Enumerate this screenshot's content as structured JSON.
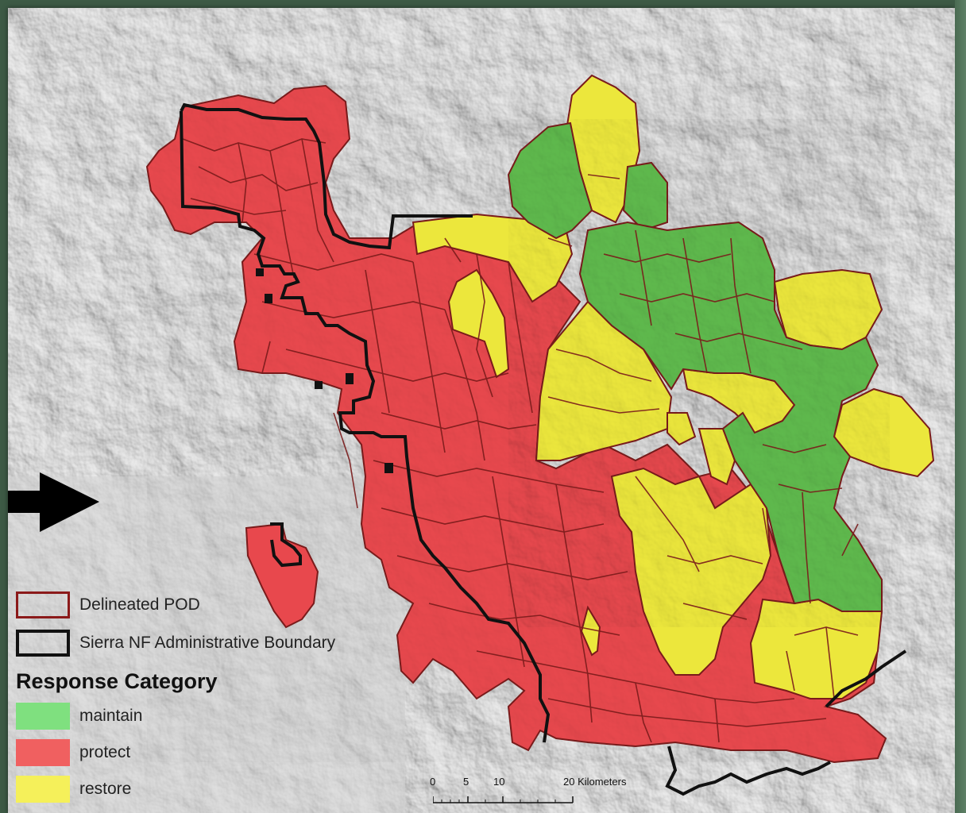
{
  "legend": {
    "pod_label": "Delineated POD",
    "boundary_label": "Sierra NF Administrative Boundary",
    "title": "Response Category",
    "categories": [
      {
        "label": "maintain",
        "color": "#7fe07f"
      },
      {
        "label": "protect",
        "color": "#f06060"
      },
      {
        "label": "restore",
        "color": "#f5f05a"
      }
    ]
  },
  "scale_bar": {
    "labels": [
      "0",
      "5",
      "10",
      "20 Kilometers"
    ]
  },
  "colors": {
    "protect_fill": "#e8484d",
    "restore_fill": "#ece73c",
    "maintain_fill": "#5fba4d",
    "pod_outline": "#7a1b1b",
    "boundary": "#111111"
  }
}
